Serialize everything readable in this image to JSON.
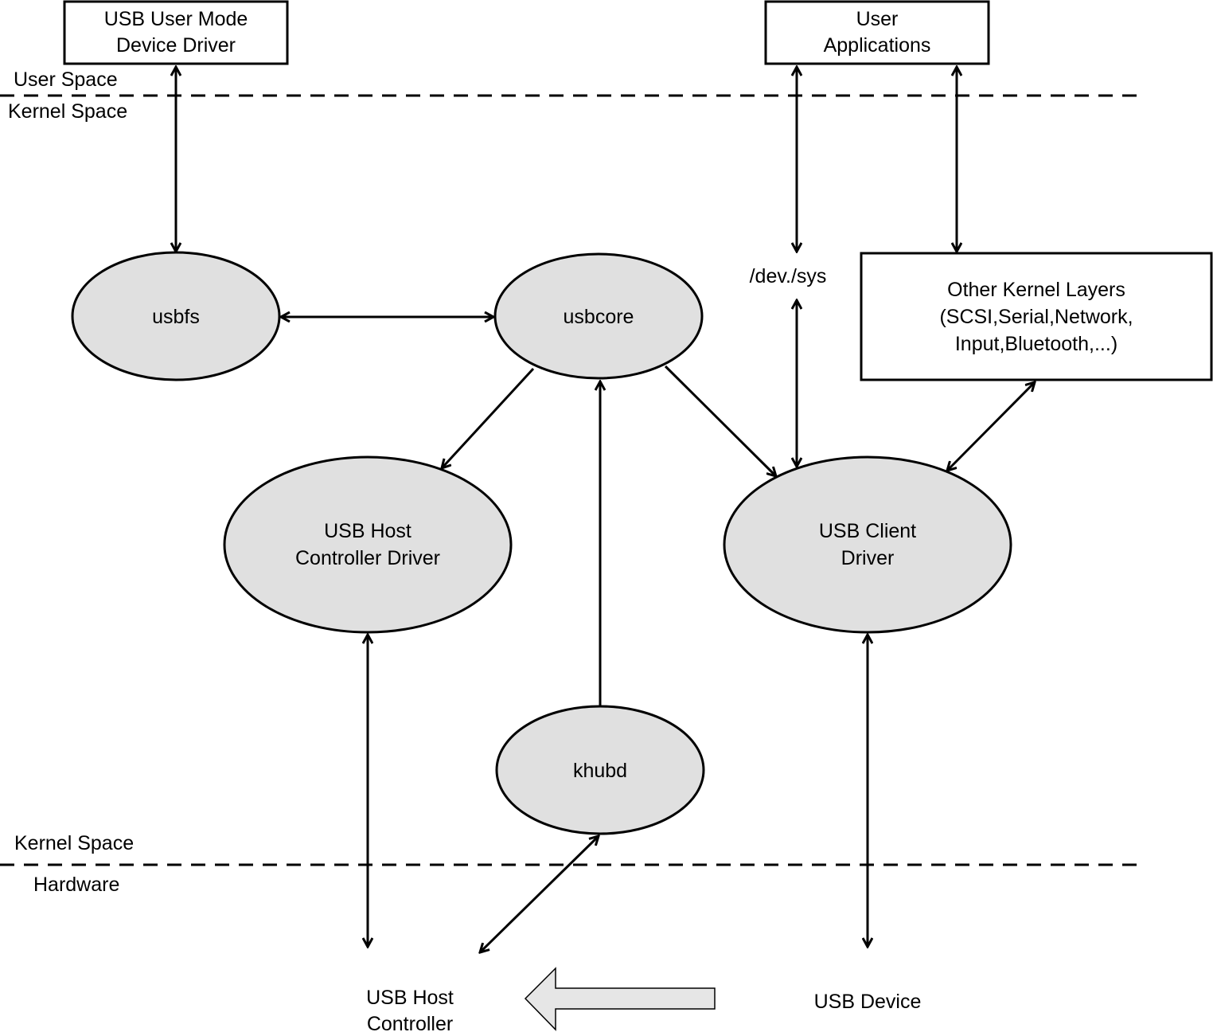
{
  "boxes": {
    "user_mode_driver": [
      "USB User Mode",
      "Device Driver"
    ],
    "user_apps": [
      "User",
      "Applications"
    ],
    "other_layers": [
      "Other Kernel Layers",
      "(SCSI,Serial,Network,",
      "Input,Bluetooth,...)"
    ]
  },
  "nodes": {
    "usbfs": "usbfs",
    "usbcore": "usbcore",
    "hcd": [
      "USB Host",
      "Controller Driver"
    ],
    "client": [
      "USB Client",
      "Driver"
    ],
    "khubd": "khubd"
  },
  "labels": {
    "user_space": "User Space",
    "kernel_space_top": "Kernel Space",
    "kernel_space_bottom": "Kernel Space",
    "hardware": "Hardware",
    "devsys": "/dev./sys",
    "host_controller": [
      "USB Host",
      "Controller"
    ],
    "usb_device": "USB Device"
  },
  "colors": {
    "node_fill": "#e0e0e0",
    "block_arrow_fill": "#e6e6e6"
  }
}
